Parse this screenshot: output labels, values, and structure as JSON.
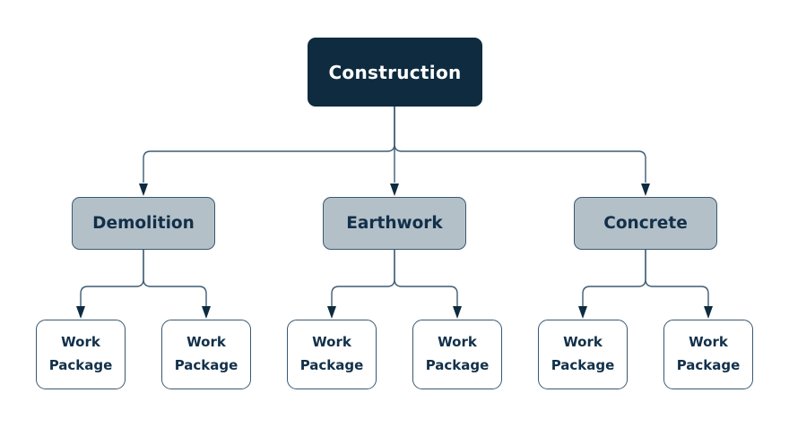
{
  "diagram": {
    "root": {
      "label": "Construction"
    },
    "branches": [
      {
        "label": "Demolition",
        "children": [
          {
            "line1": "Work",
            "line2": "Package"
          },
          {
            "line1": "Work",
            "line2": "Package"
          }
        ]
      },
      {
        "label": "Earthwork",
        "children": [
          {
            "line1": "Work",
            "line2": "Package"
          },
          {
            "line1": "Work",
            "line2": "Package"
          }
        ]
      },
      {
        "label": "Concrete",
        "children": [
          {
            "line1": "Work",
            "line2": "Package"
          },
          {
            "line1": "Work",
            "line2": "Package"
          }
        ]
      }
    ]
  },
  "colors": {
    "node-dark": "#0E2B3F",
    "node-gray": "#B4C0C8",
    "node-border": "#3A5870",
    "leaf-bg": "#FFFFFF",
    "text-light": "#FFFFFF",
    "text-dark": "#12304A",
    "connector": "#3E5C75",
    "background": "#FFFFFF"
  }
}
